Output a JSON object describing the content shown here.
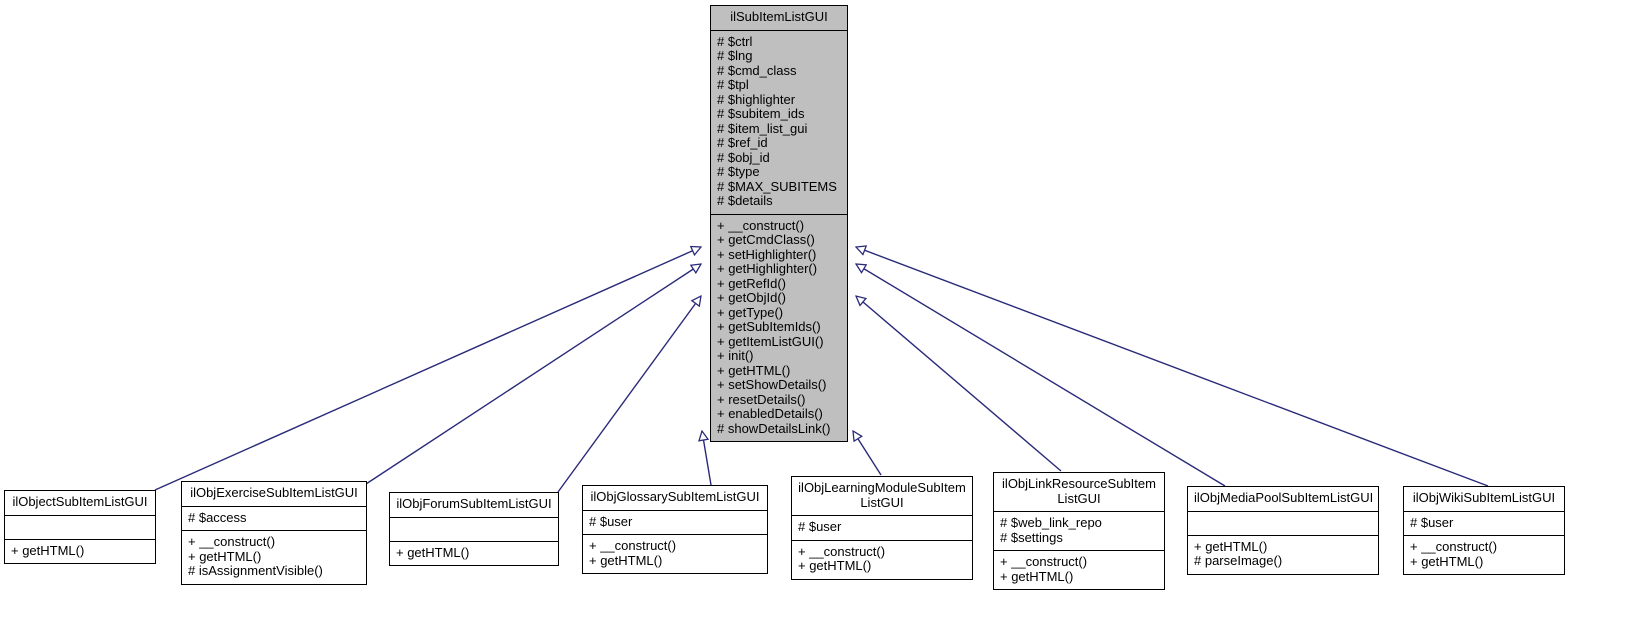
{
  "diagram": {
    "kind": "uml-inheritance-diagram",
    "edge_color": "#2a2a7a",
    "base_fill": "#bfbfbf",
    "subclass_fill": "#ffffff",
    "border_color": "#000000",
    "arrow_style": "hollow-triangle"
  },
  "base_class": {
    "name": "ilSubItemListGUI",
    "attributes": [
      "# $ctrl",
      "# $lng",
      "# $cmd_class",
      "# $tpl",
      "# $highlighter",
      "# $subitem_ids",
      "# $item_list_gui",
      "# $ref_id",
      "# $obj_id",
      "# $type",
      "# $MAX_SUBITEMS",
      "# $details"
    ],
    "operations": [
      "+ __construct()",
      "+ getCmdClass()",
      "+ setHighlighter()",
      "+ getHighlighter()",
      "+ getRefId()",
      "+ getObjId()",
      "+ getType()",
      "+ getSubItemIds()",
      "+ getItemListGUI()",
      "+ init()",
      "+ getHTML()",
      "+ setShowDetails()",
      "+ resetDetails()",
      "+ enabledDetails()",
      "# showDetailsLink()"
    ]
  },
  "subclasses": [
    {
      "name": "ilObjectSubItemListGUI",
      "attributes": [],
      "operations": [
        "+ getHTML()"
      ]
    },
    {
      "name": "ilObjExerciseSubItemListGUI",
      "attributes": [
        "# $access"
      ],
      "operations": [
        "+ __construct()",
        "+ getHTML()",
        "# isAssignmentVisible()"
      ]
    },
    {
      "name": "ilObjForumSubItemListGUI",
      "attributes": [],
      "operations": [
        "+ getHTML()"
      ]
    },
    {
      "name": "ilObjGlossarySubItemListGUI",
      "attributes": [
        "# $user"
      ],
      "operations": [
        "+ __construct()",
        "+ getHTML()"
      ]
    },
    {
      "name": "ilObjLearningModuleSubItem\nListGUI",
      "attributes": [
        "# $user"
      ],
      "operations": [
        "+ __construct()",
        "+ getHTML()"
      ]
    },
    {
      "name": "ilObjLinkResourceSubItem\nListGUI",
      "attributes": [
        "# $web_link_repo",
        "# $settings"
      ],
      "operations": [
        "+ __construct()",
        "+ getHTML()"
      ]
    },
    {
      "name": "ilObjMediaPoolSubItemListGUI",
      "attributes": [],
      "operations": [
        "+ getHTML()",
        "# parseImage()"
      ]
    },
    {
      "name": "ilObjWikiSubItemListGUI",
      "attributes": [
        "# $user"
      ],
      "operations": [
        "+ __construct()",
        "+ getHTML()"
      ]
    }
  ]
}
